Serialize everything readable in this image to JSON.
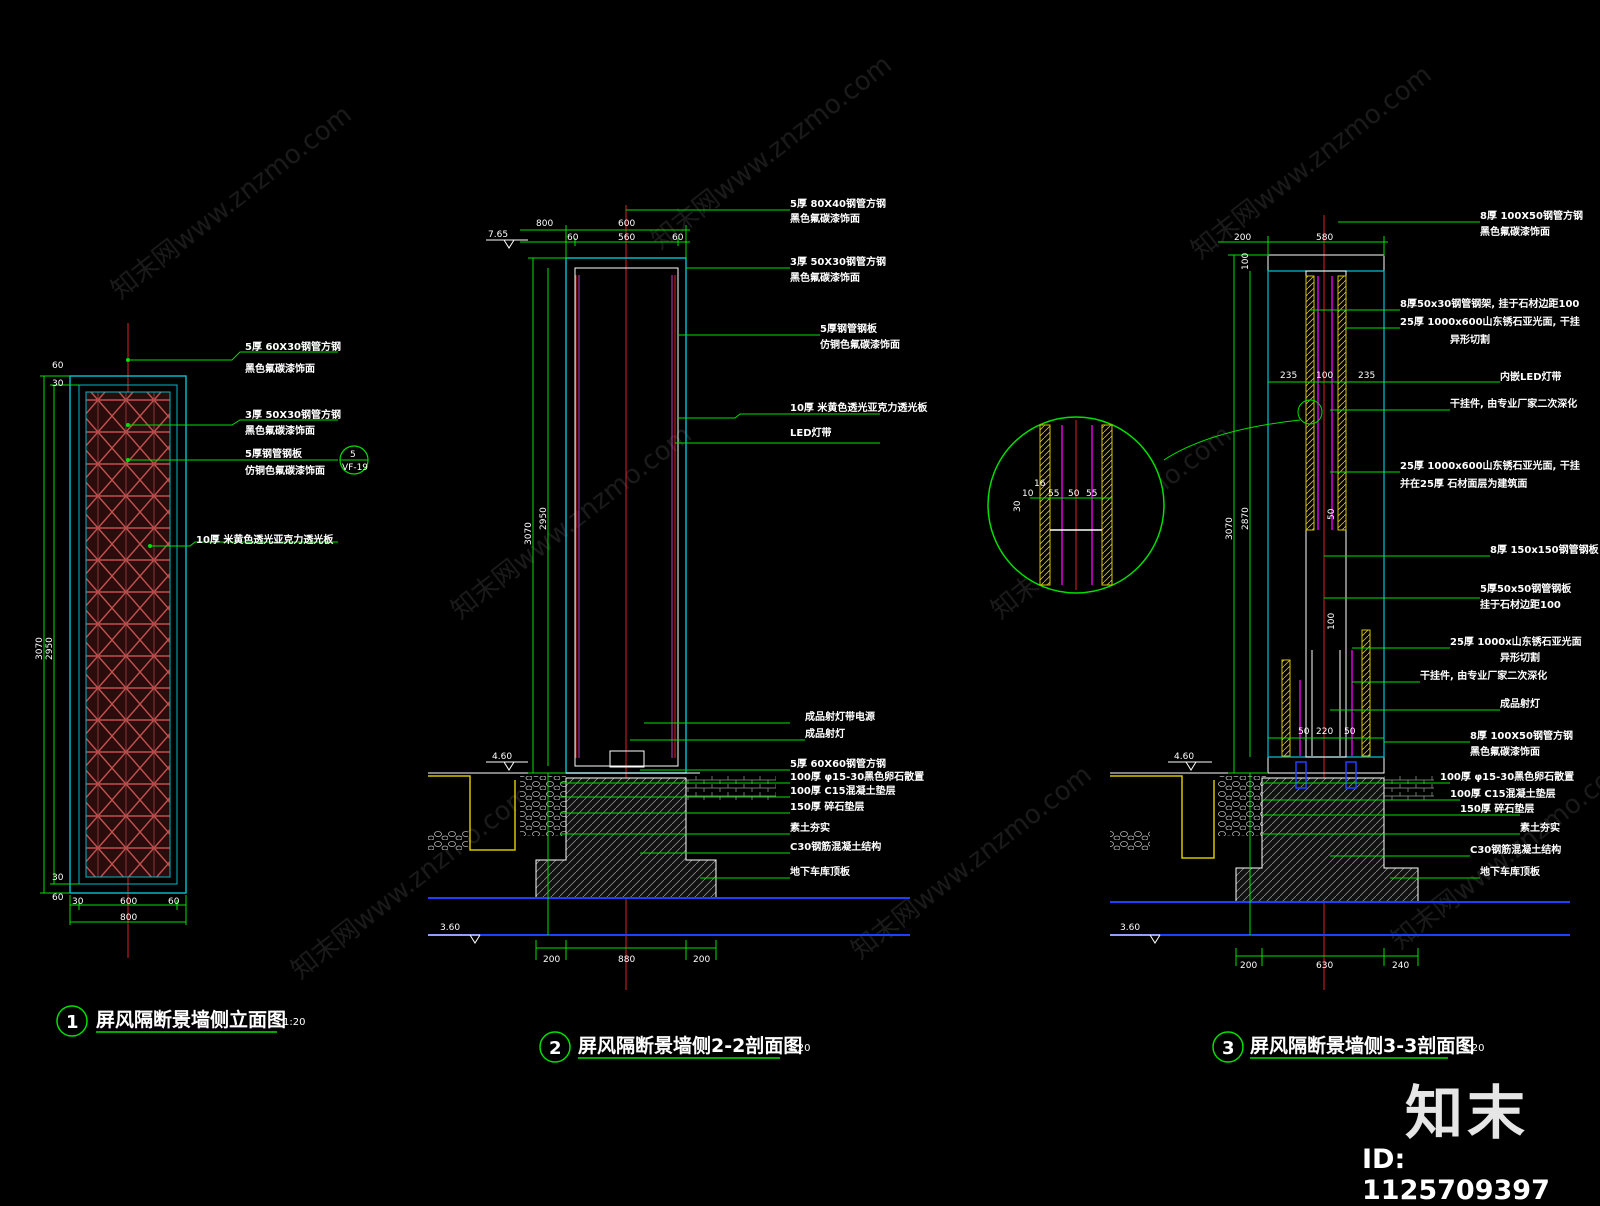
{
  "drawings": [
    {
      "number": "1",
      "title": "屏风隔断景墙侧立面图",
      "scale": "1:20",
      "notes": [
        "5厚 60X30钢管方钢",
        "黑色氟碳漆饰面",
        "3厚 50X30钢管方钢",
        "黑色氟碳漆饰面",
        "5厚钢管钢板",
        "仿铜色氟碳漆饰面",
        "10厚 米黄色透光亚克力透光板"
      ],
      "dims": [
        "60",
        "30",
        "600",
        "30",
        "60",
        "800",
        "3070",
        "2950",
        "30",
        "60"
      ],
      "callout": {
        "num": "5",
        "ref": "VF-19"
      }
    },
    {
      "number": "2",
      "title": "屏风隔断景墙侧2-2剖面图",
      "scale": "1:20",
      "level_top": "7.65",
      "level_base": "4.60",
      "level_ground": "3.60",
      "notes": [
        "5厚 80X40钢管方钢",
        "黑色氟碳漆饰面",
        "3厚 50X30钢管方钢",
        "黑色氟碳漆饰面",
        "5厚钢管钢板",
        "仿铜色氟碳漆饰面",
        "10厚 米黄色透光亚克力透光板",
        "LED灯带",
        "成品射灯带电源",
        "成品射灯",
        "5厚 60X60钢管方钢",
        "100厚 φ15-30黑色卵石散置",
        "100厚 C15混凝土垫层",
        "150厚 碎石垫层",
        "素土夯实",
        "C30钢筋混凝土结构",
        "地下车库顶板"
      ],
      "dims": [
        "800",
        "600",
        "60",
        "60",
        "560",
        "3070",
        "2950",
        "200",
        "880",
        "200"
      ]
    },
    {
      "number": "3",
      "title": "屏风隔断景墙侧3-3剖面图",
      "scale": "1:20",
      "level_base": "4.60",
      "level_ground": "3.60",
      "notes": [
        "8厚 100X50钢管方钢",
        "黑色氟碳漆饰面",
        "8厚50x30钢管钢架, 挂于石材边距100",
        "25厚 1000x600山东锈石亚光面, 干挂",
        "异形切割",
        "内嵌LED灯带",
        "干挂件, 由专业厂家二次深化",
        "25厚 1000x600山东锈石亚光面, 干挂",
        "并在25厚 石材面层为建筑面",
        "8厚 150x150钢管钢板",
        "5厚50x50钢管钢板",
        "挂于石材边距100",
        "25厚 1000x山东锈石亚光面",
        "异形切割",
        "干挂件, 由专业厂家二次深化",
        "成品射灯",
        "8厚 100X50钢管方钢",
        "黑色氟碳漆饰面",
        "100厚 φ15-30黑色卵石散置",
        "100厚 C15混凝土垫层",
        "150厚 碎石垫层",
        "素土夯实",
        "C30钢筋混凝土结构",
        "地下车库顶板"
      ],
      "dims": [
        "200",
        "580",
        "3070",
        "2870",
        "100",
        "235",
        "100",
        "50",
        "235",
        "50",
        "220",
        "50",
        "100",
        "200",
        "630",
        "240"
      ],
      "detail_dims": [
        "16",
        "10",
        "55",
        "50",
        "55",
        "30"
      ]
    }
  ],
  "watermark": "知末网www.znzmo.com",
  "brand": "知末",
  "image_id": "ID: 1125709397"
}
